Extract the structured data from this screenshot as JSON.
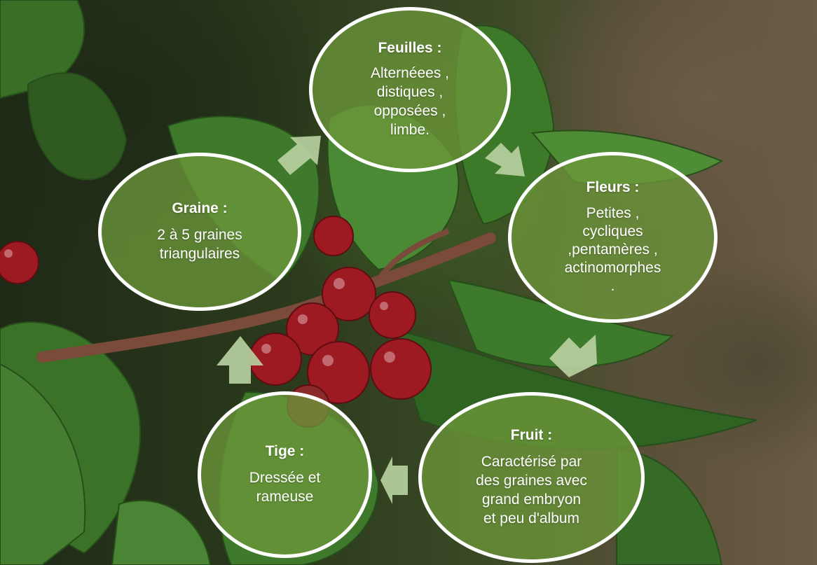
{
  "nodes": {
    "feuilles": {
      "title": "Feuilles :",
      "text": "Alternéees ,\ndistiques ,\nopposées ,\nlimbe."
    },
    "fleurs": {
      "title": "Fleurs :",
      "text": "Petites ,\ncycliques\n,pentamères ,\nactinomorphes\n."
    },
    "fruit": {
      "title": "Fruit :",
      "text": "Caractérisé par\ndes graines avec\ngrand embryon\net peu d'album"
    },
    "tige": {
      "title": "Tige :",
      "text": "Dressée et\nrameuse"
    },
    "graine": {
      "title": "Graine :",
      "text": "2 à 5 graines\ntriangulaires"
    }
  },
  "colors": {
    "node_fill": "#6c963a",
    "node_border": "#ffffff",
    "arrow_fill": "#b7cfa0",
    "berry": "#9e1a22",
    "leaf": "#3f7a2c"
  }
}
